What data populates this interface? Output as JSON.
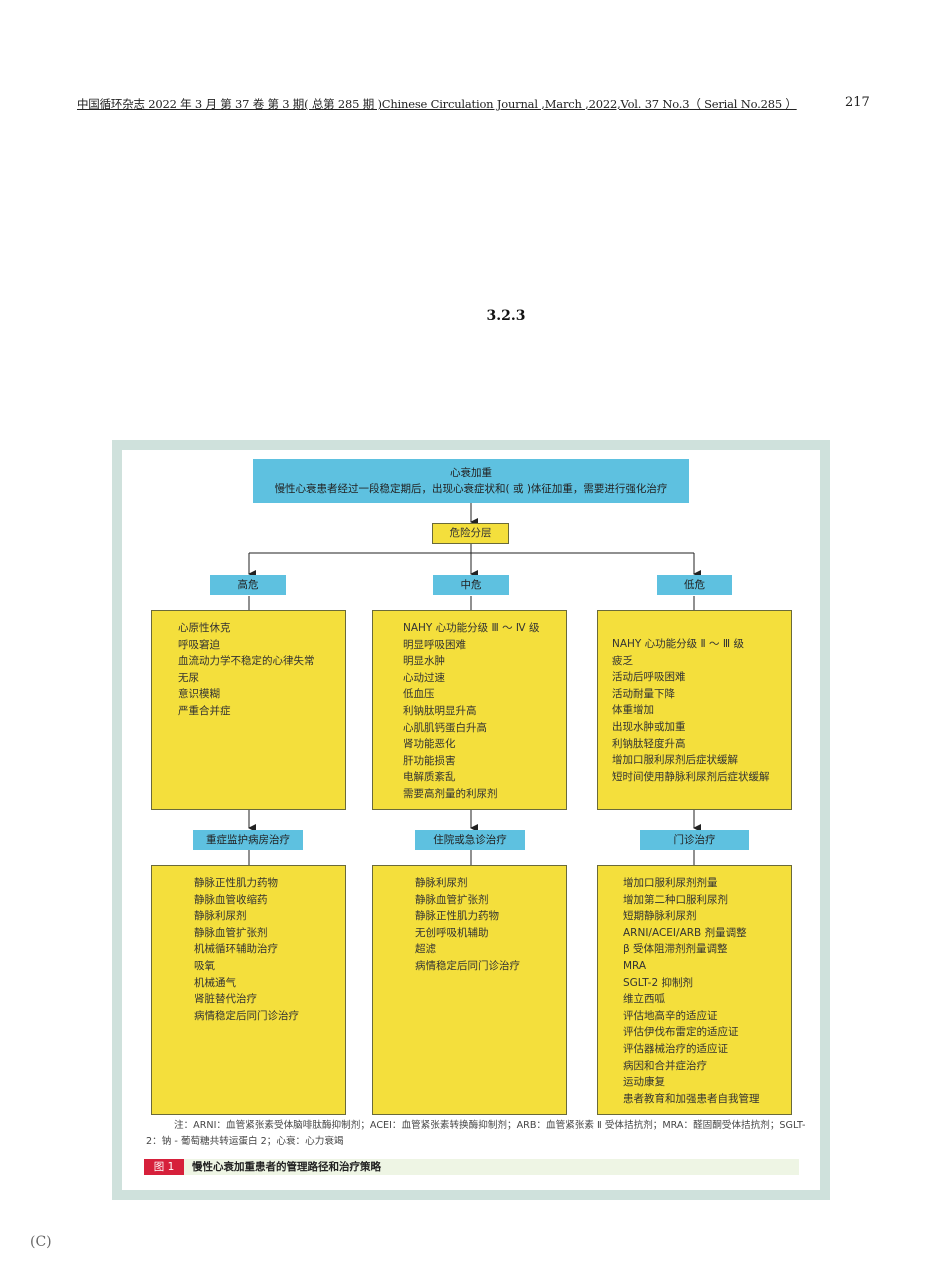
{
  "header": {
    "journal_line": "中国循环杂志 2022 年 3 月 第 37 卷 第 3 期( 总第 285 期 )Chinese Circulation Journal ,March ,2022,Vol. 37 No.3（ Serial No.285 ）",
    "page_number": "217"
  },
  "section_number": "3.2.3",
  "flowchart": {
    "top_box": {
      "line1": "心衰加重",
      "line2": "慢性心衰患者经过一段稳定期后，出现心衰症状和( 或 )体征加重，需要进行强化治疗"
    },
    "risk_stratification": "危险分层",
    "columns": [
      {
        "level": "高危",
        "criteria": [
          "心原性休克",
          "呼吸窘迫",
          "血流动力学不稳定的心律失常",
          "无尿",
          "意识模糊",
          "严重合并症"
        ],
        "treatment_setting": "重症监护病房治疗",
        "treatments": [
          "静脉正性肌力药物",
          "静脉血管收缩药",
          "静脉利尿剂",
          "静脉血管扩张剂",
          "机械循环辅助治疗",
          "吸氧",
          "机械通气",
          "肾脏替代治疗",
          "病情稳定后同门诊治疗"
        ]
      },
      {
        "level": "中危",
        "criteria": [
          "NAHY 心功能分级 Ⅲ ～ Ⅳ 级",
          "明显呼吸困难",
          "明显水肿",
          "心动过速",
          "低血压",
          "利钠肽明显升高",
          "心肌肌钙蛋白升高",
          "肾功能恶化",
          "肝功能损害",
          "电解质紊乱",
          "需要高剂量的利尿剂"
        ],
        "treatment_setting": "住院或急诊治疗",
        "treatments": [
          "静脉利尿剂",
          "静脉血管扩张剂",
          "静脉正性肌力药物",
          "无创呼吸机辅助",
          "超滤",
          "病情稳定后同门诊治疗"
        ]
      },
      {
        "level": "低危",
        "criteria": [
          "NAHY 心功能分级 Ⅱ ～ Ⅲ 级",
          "疲乏",
          "活动后呼吸困难",
          "活动耐量下降",
          "体重增加",
          "出现水肿或加重",
          "利钠肽轻度升高",
          "增加口服利尿剂后症状缓解",
          "短时间使用静脉利尿剂后症状缓解"
        ],
        "treatment_setting": "门诊治疗",
        "treatments": [
          "增加口服利尿剂剂量",
          "增加第二种口服利尿剂",
          "短期静脉利尿剂",
          "ARNI/ACEI/ARB 剂量调整",
          "β 受体阻滞剂剂量调整",
          "MRA",
          "SGLT-2 抑制剂",
          "维立西呱",
          "评估地高辛的适应证",
          "评估伊伐布雷定的适应证",
          "评估器械治疗的适应证",
          "病因和合并症治疗",
          "运动康复",
          "患者教育和加强患者自我管理"
        ]
      }
    ]
  },
  "note": "注：ARNI：血管紧张素受体脑啡肽酶抑制剂；ACEI：血管紧张素转换酶抑制剂；ARB：血管紧张素 Ⅱ 受体拮抗剂；MRA：醛固酮受体拮抗剂；SGLT-2：钠 - 葡萄糖共转运蛋白 2；心衰：心力衰竭",
  "caption": {
    "label": "图 1",
    "text": "慢性心衰加重患者的管理路径和治疗策略"
  },
  "footer_mark": "(C)",
  "colors": {
    "cyan_box": "#5ec1e0",
    "yellow_box": "#f4df3c",
    "frame": "#cfe1dc",
    "caption_label": "#d6203b"
  }
}
